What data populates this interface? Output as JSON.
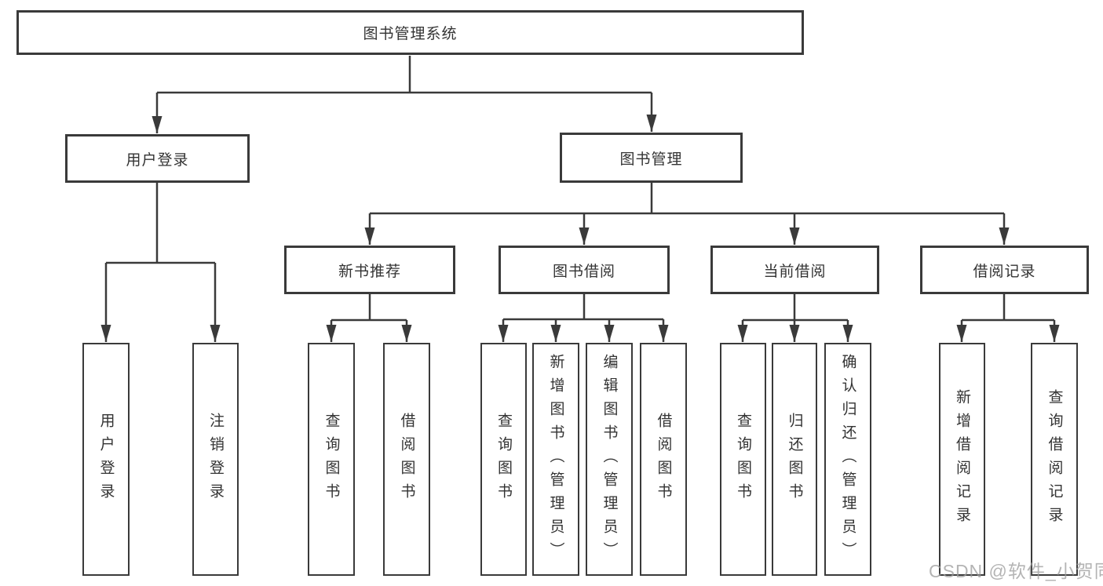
{
  "diagram_type": "hierarchy-tree",
  "colors": {
    "line": "#3a3a3a",
    "box_border": "#3a3a3a",
    "box_fill": "#ffffff",
    "text": "#333333",
    "watermark": "#9b9b9b"
  },
  "tree": {
    "label": "图书管理系统",
    "children": [
      {
        "label": "用户登录",
        "children": [
          {
            "label": "用户登录"
          },
          {
            "label": "注销登录"
          }
        ]
      },
      {
        "label": "图书管理",
        "children": [
          {
            "label": "新书推荐",
            "children": [
              {
                "label": "查询图书"
              },
              {
                "label": "借阅图书"
              }
            ]
          },
          {
            "label": "图书借阅",
            "children": [
              {
                "label": "查询图书"
              },
              {
                "label": "新增图书（管理员）"
              },
              {
                "label": "编辑图书（管理员）"
              },
              {
                "label": "借阅图书"
              }
            ]
          },
          {
            "label": "当前借阅",
            "children": [
              {
                "label": "查询图书"
              },
              {
                "label": "归还图书"
              },
              {
                "label": "确认归还（管理员）"
              }
            ]
          },
          {
            "label": "借阅记录",
            "children": [
              {
                "label": "新增借阅记录"
              },
              {
                "label": "查询借阅记录"
              }
            ]
          }
        ]
      }
    ]
  },
  "watermark": "CSDN @软件_小贺同学"
}
